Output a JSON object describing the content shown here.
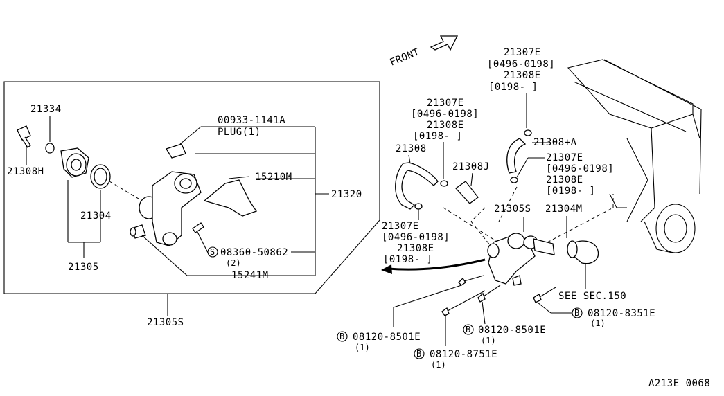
{
  "front": "FRONT",
  "code": "A213E 0068",
  "labels": {
    "l21334": "21334",
    "l21308h": "21308H",
    "l21304": "21304",
    "l21305": "21305",
    "l21305s_b": "21305S",
    "l00933": "00933-1141A",
    "plug": "PLUG(1)",
    "l15210m": "15210M",
    "l21320": "21320",
    "s": "S",
    "l08360": "08360-50862",
    "q2": "(2)",
    "l15241m": "15241M",
    "l21307e": "21307E",
    "range1": "[0496-0198]",
    "l21308e": "21308E",
    "range2": "[0198-     ]",
    "l21308a": "21308+A",
    "l21308": "21308",
    "l21308j": "21308J",
    "l21305s": "21305S",
    "l21304m": "21304M",
    "see": "SEE SEC.150",
    "b": "B",
    "l8351": "08120-8351E",
    "l8501": "08120-8501E",
    "l8751": "08120-8751E",
    "q1": "(1)"
  }
}
